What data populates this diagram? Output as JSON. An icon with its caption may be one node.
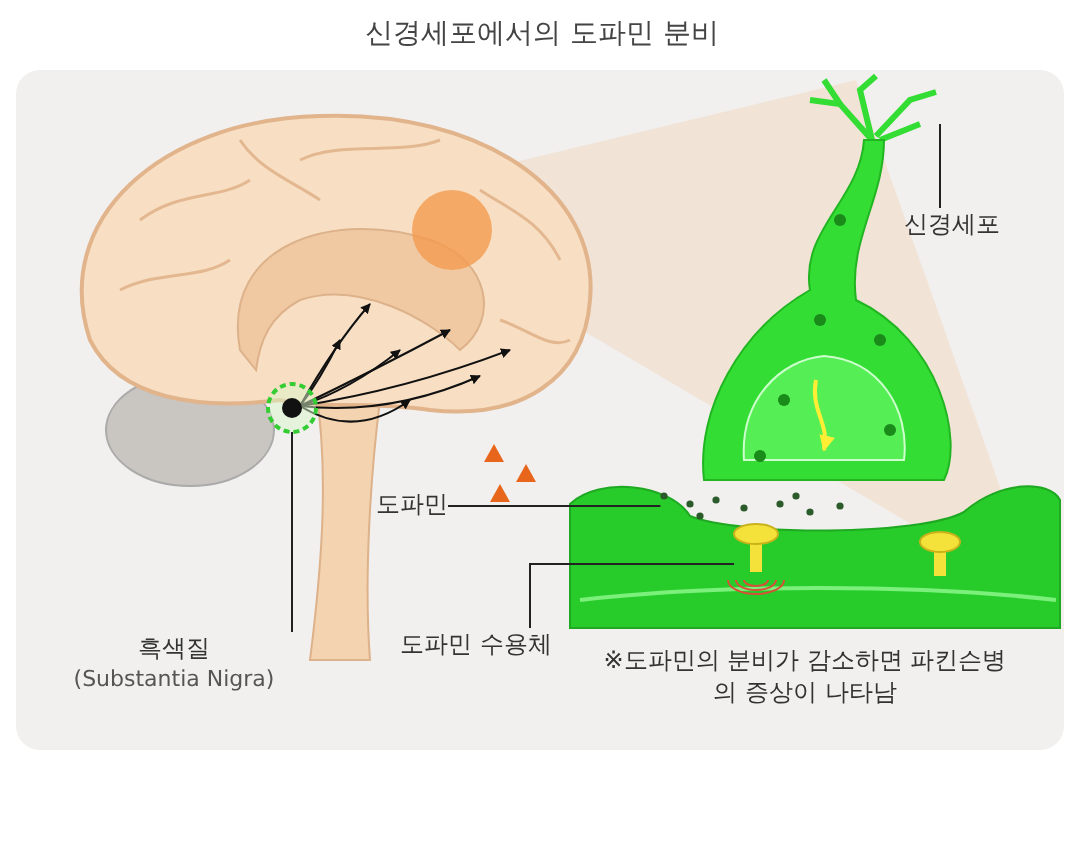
{
  "diagram": {
    "title": "신경세포에서의 도파민 분비",
    "nodes": [
      {
        "text": [
          "신경세포"
        ]
      },
      {
        "text": [],
        "shape": "picture"
      },
      {
        "text": [
          "흑색질",
          "(Substantia Nigra)"
        ]
      },
      {
        "text": [],
        "shape": "circle"
      },
      {
        "text": [
          "도파민"
        ]
      },
      {
        "text": [],
        "shape": "picture"
      },
      {
        "text": [
          "도파민 수용체"
        ]
      },
      {
        "text": [],
        "shape": "picture"
      }
    ],
    "edges": [
      {
        "from": 0,
        "to": 1,
        "arrow": "none"
      },
      {
        "from": 2,
        "to": 3,
        "arrow": "none"
      },
      {
        "from": 4,
        "to": 5,
        "arrow": "none"
      },
      {
        "from": 6,
        "to": 7,
        "arrow": "none"
      }
    ],
    "labels": [
      "※도파민의 분비가 감소하면 파킨슨병의 증상이 나타남"
    ]
  }
}
